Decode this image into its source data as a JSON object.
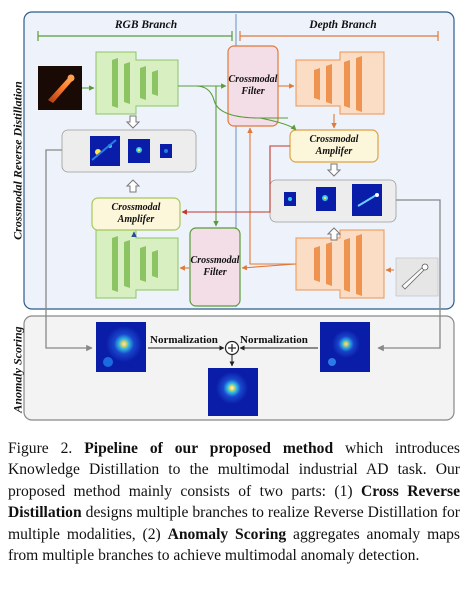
{
  "figure": {
    "rgb_branch": "RGB Branch",
    "depth_branch": "Depth Branch",
    "side_label_top": "Crossmodal Reverse Distillation",
    "side_label_bottom": "Anomaly Scoring",
    "filter_label": "Crossmodal Filter",
    "amplifier_label": "Crossmodal Amplifer",
    "normalization": "Normalization",
    "colors": {
      "outer_border": "#2c5c8a",
      "scoring_border": "#888888",
      "green_fill": "#b8e08f",
      "green_dark": "#8cc464",
      "orange_fill": "#f5b685",
      "orange_dark": "#ee9450",
      "filter_fill": "#f3dde6",
      "amplifier_fill": "#fcf6da",
      "amp_border": "#c2d96e",
      "branch_green": "#5a9c3a",
      "branch_orange": "#e07a3a",
      "heatmap_bg": "#0a1da8"
    },
    "icons": [
      "screw-rgb-image",
      "screw-depth-image",
      "heatmap-icon",
      "sum-icon"
    ]
  },
  "caption": {
    "label": "Figure 2.",
    "bold_title": "Pipeline of our proposed method",
    "text1": " which introduces Knowledge Distillation to the multimodal industrial AD task. Our proposed method mainly consists of two parts: (1) ",
    "bold_cross": "Cross Reverse Distillation",
    "text2": " designs multiple branches to realize Reverse Distillation for multiple modalities, (2) ",
    "bold_anomaly": "Anomaly Scoring",
    "text3": " aggregates anomaly maps from multiple branches to achieve multimodal anomaly detection."
  }
}
